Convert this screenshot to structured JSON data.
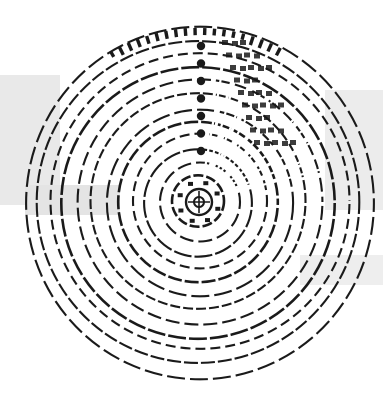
{
  "diagram": {
    "kind": "concentric-ring-chart",
    "ring_count": 12,
    "marker_count": 7,
    "ink": "#1a1a1a",
    "wash": "#e6e6e6",
    "paper": "#ffffff",
    "labels_legible": false
  }
}
